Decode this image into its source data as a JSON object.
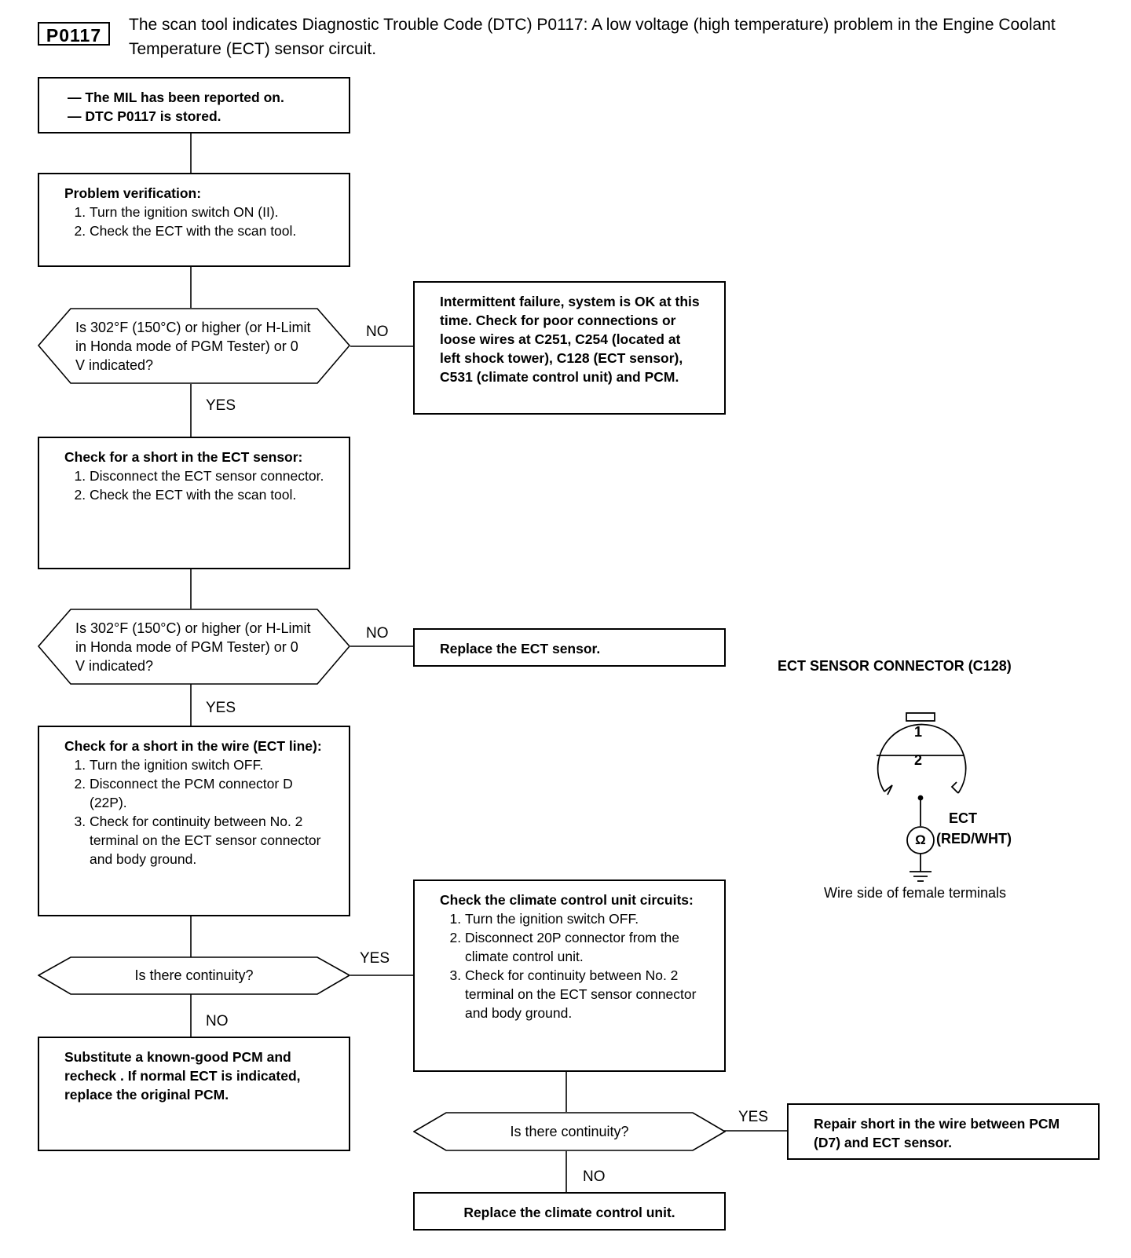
{
  "header": {
    "code": "P0117",
    "text": "The scan tool indicates Diagnostic Trouble Code (DTC) P0117: A low voltage (high temperature) problem in the Engine Coolant Temperature (ECT) sensor circuit."
  },
  "flow": {
    "start": {
      "line1": "— The MIL has been reported on.",
      "line2": "— DTC P0117 is stored."
    },
    "verify": {
      "title": "Problem verification:",
      "steps": [
        "Turn the ignition switch ON (II).",
        "Check the ECT with the scan tool."
      ]
    },
    "decision1": {
      "text": "Is 302°F (150°C) or higher (or H-Limit in Honda mode of PGM Tester) or 0 V indicated?",
      "no_label": "NO",
      "yes_label": "YES"
    },
    "intermittent": {
      "text": "Intermittent failure, system is OK at this time. Check for poor connections or loose wires at C251, C254 (located at left shock tower), C128 (ECT sensor), C531 (climate control unit) and PCM."
    },
    "short_sensor": {
      "title": "Check for a short in the ECT sensor:",
      "steps": [
        "Disconnect the ECT sensor connector.",
        "Check the ECT with the scan tool."
      ]
    },
    "decision2": {
      "text": "Is 302°F (150°C) or higher (or H-Limit in Honda mode of PGM Tester) or 0 V indicated?",
      "no_label": "NO",
      "yes_label": "YES"
    },
    "replace_sensor": {
      "text": "Replace the ECT sensor."
    },
    "short_wire": {
      "title": "Check for a short in the wire (ECT line):",
      "steps": [
        "Turn the ignition switch OFF.",
        "Disconnect the PCM connector D (22P).",
        "Check for continuity between No. 2 terminal on the ECT sensor connector and body ground."
      ]
    },
    "decision3": {
      "text": "Is there continuity?",
      "yes_label": "YES",
      "no_label": "NO"
    },
    "substitute_pcm": {
      "text": "Substitute a known-good PCM and recheck . If normal ECT is indicated, replace the original PCM."
    },
    "climate_check": {
      "title": "Check the climate control unit circuits:",
      "steps": [
        "Turn the ignition switch OFF.",
        "Disconnect 20P connector from the climate control unit.",
        "Check for continuity between No. 2 terminal on the ECT sensor connector and body ground."
      ]
    },
    "decision4": {
      "text": "Is there continuity?",
      "yes_label": "YES",
      "no_label": "NO"
    },
    "repair_short": {
      "text": "Repair short in the wire between PCM (D7) and ECT sensor."
    },
    "replace_climate": {
      "text": "Replace the climate control unit."
    }
  },
  "connector": {
    "title": "ECT SENSOR CONNECTOR (C128)",
    "pin1": "1",
    "pin2": "2",
    "ohm_symbol": "Ω",
    "wire_name": "ECT",
    "wire_color": "(RED/WHT)",
    "caption": "Wire side of female terminals"
  }
}
